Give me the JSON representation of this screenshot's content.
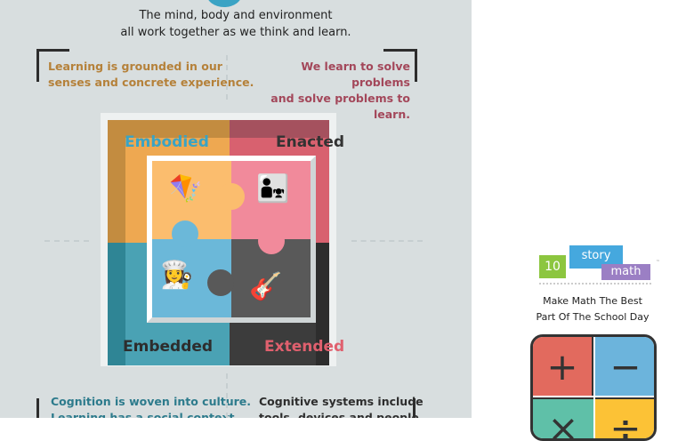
{
  "intro": {
    "line1": "The mind, body and environment",
    "line2": "all work together as we think and learn."
  },
  "quotes": {
    "embodied": {
      "line1": "Learning is grounded in our",
      "line2": "senses and concrete experience.",
      "color": "#b5813a"
    },
    "enacted": {
      "line1": "We learn to solve problems",
      "line2": "and solve problems to learn.",
      "color": "#a3475a"
    },
    "embedded": {
      "line1": "Cognition is woven into culture.",
      "line2": "Learning has a social context.",
      "color": "#2d7b8c"
    },
    "extended": {
      "line1": "Cognitive systems include",
      "line2": "tools, devices and people.",
      "color": "#2d2d2d"
    }
  },
  "puzzle": {
    "embodied": {
      "label": "Embodied",
      "color": "#3aa3c4",
      "icon": "kite-family-icon"
    },
    "enacted": {
      "label": "Enacted",
      "color": "#333333",
      "icon": "teacher-student-icon"
    },
    "embedded": {
      "label": "Embedded",
      "color": "#2d2d2d",
      "icon": "chefs-cooking-icon"
    },
    "extended": {
      "label": "Extended",
      "color": "#e0606e",
      "icon": "guitar-lesson-icon"
    }
  },
  "sidebar": {
    "logo": {
      "num": "10",
      "word1": "story",
      "word2": "math",
      "tm": "™"
    },
    "tagline1": "Make Math The Best",
    "tagline2": "Part Of The School Day",
    "calc": {
      "plus": "+",
      "minus": "−",
      "times": "×",
      "divide": "÷"
    }
  }
}
